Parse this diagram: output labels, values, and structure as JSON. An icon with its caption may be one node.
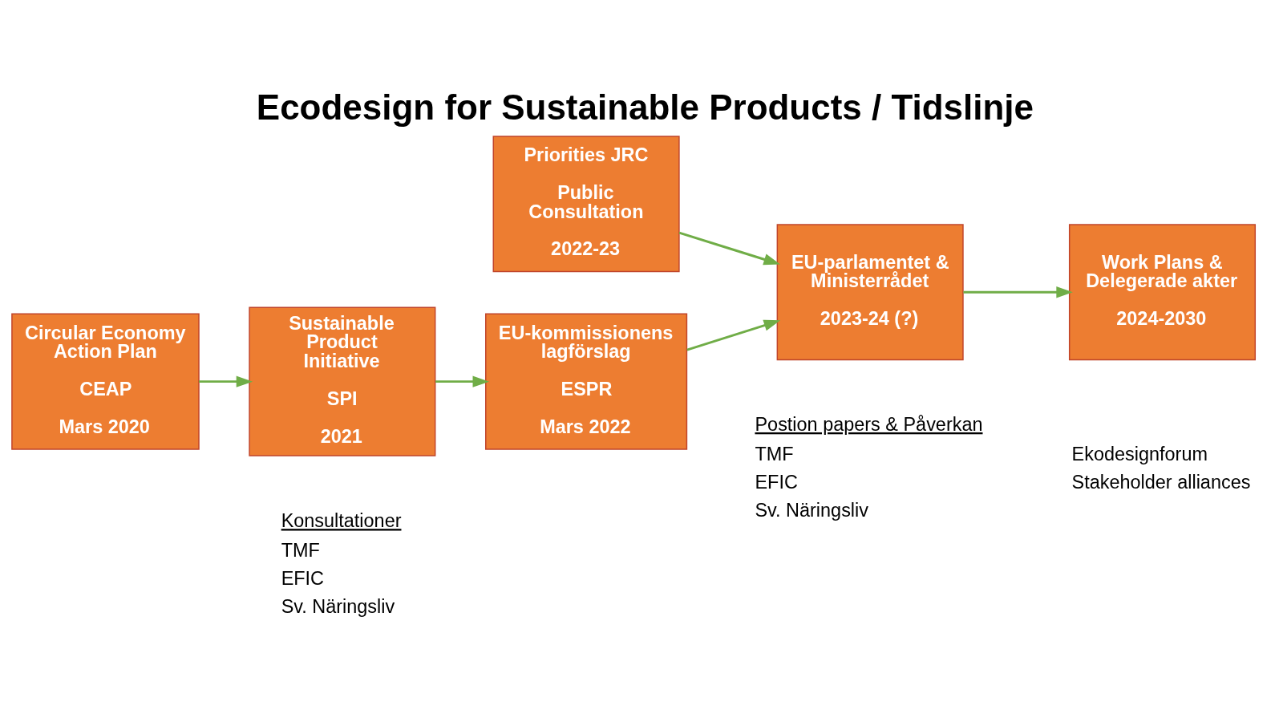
{
  "diagram": {
    "title": "Ecodesign for Sustainable Products / Tidslinje",
    "nodes": [
      {
        "text": [
          "Circular Economy Action Plan",
          "CEAP",
          "Mars 2020"
        ]
      },
      {
        "text": [
          "Sustainable Product Initiative",
          "SPI",
          "2021"
        ]
      },
      {
        "text": [
          "EU-kommissionens lagförslag",
          "ESPR",
          "Mars 2022"
        ]
      },
      {
        "text": [
          "Priorities JRC",
          "Public Consultation",
          "2022-23"
        ]
      },
      {
        "text": [
          "EU-parlamentet & Ministerrådet",
          "2023-24 (?)"
        ]
      },
      {
        "text": [
          "Work Plans & Delegerade akter",
          "2024-2030"
        ]
      }
    ],
    "edges": [
      {
        "from": 0,
        "to": 1,
        "arrow": "to"
      },
      {
        "from": 1,
        "to": 2,
        "arrow": "to"
      },
      {
        "from": 2,
        "to": 4,
        "arrow": "to"
      },
      {
        "from": 3,
        "to": 4,
        "arrow": "to"
      },
      {
        "from": 4,
        "to": 5,
        "arrow": "to"
      }
    ],
    "labels": [
      "Konsultationer",
      "TMF",
      "EFIC",
      "Sv. Näringsliv",
      "Postion papers & Påverkan",
      "TMF",
      "EFIC",
      "Sv. Näringsliv",
      "Ekodesignforum",
      "Stakeholder alliances"
    ]
  }
}
